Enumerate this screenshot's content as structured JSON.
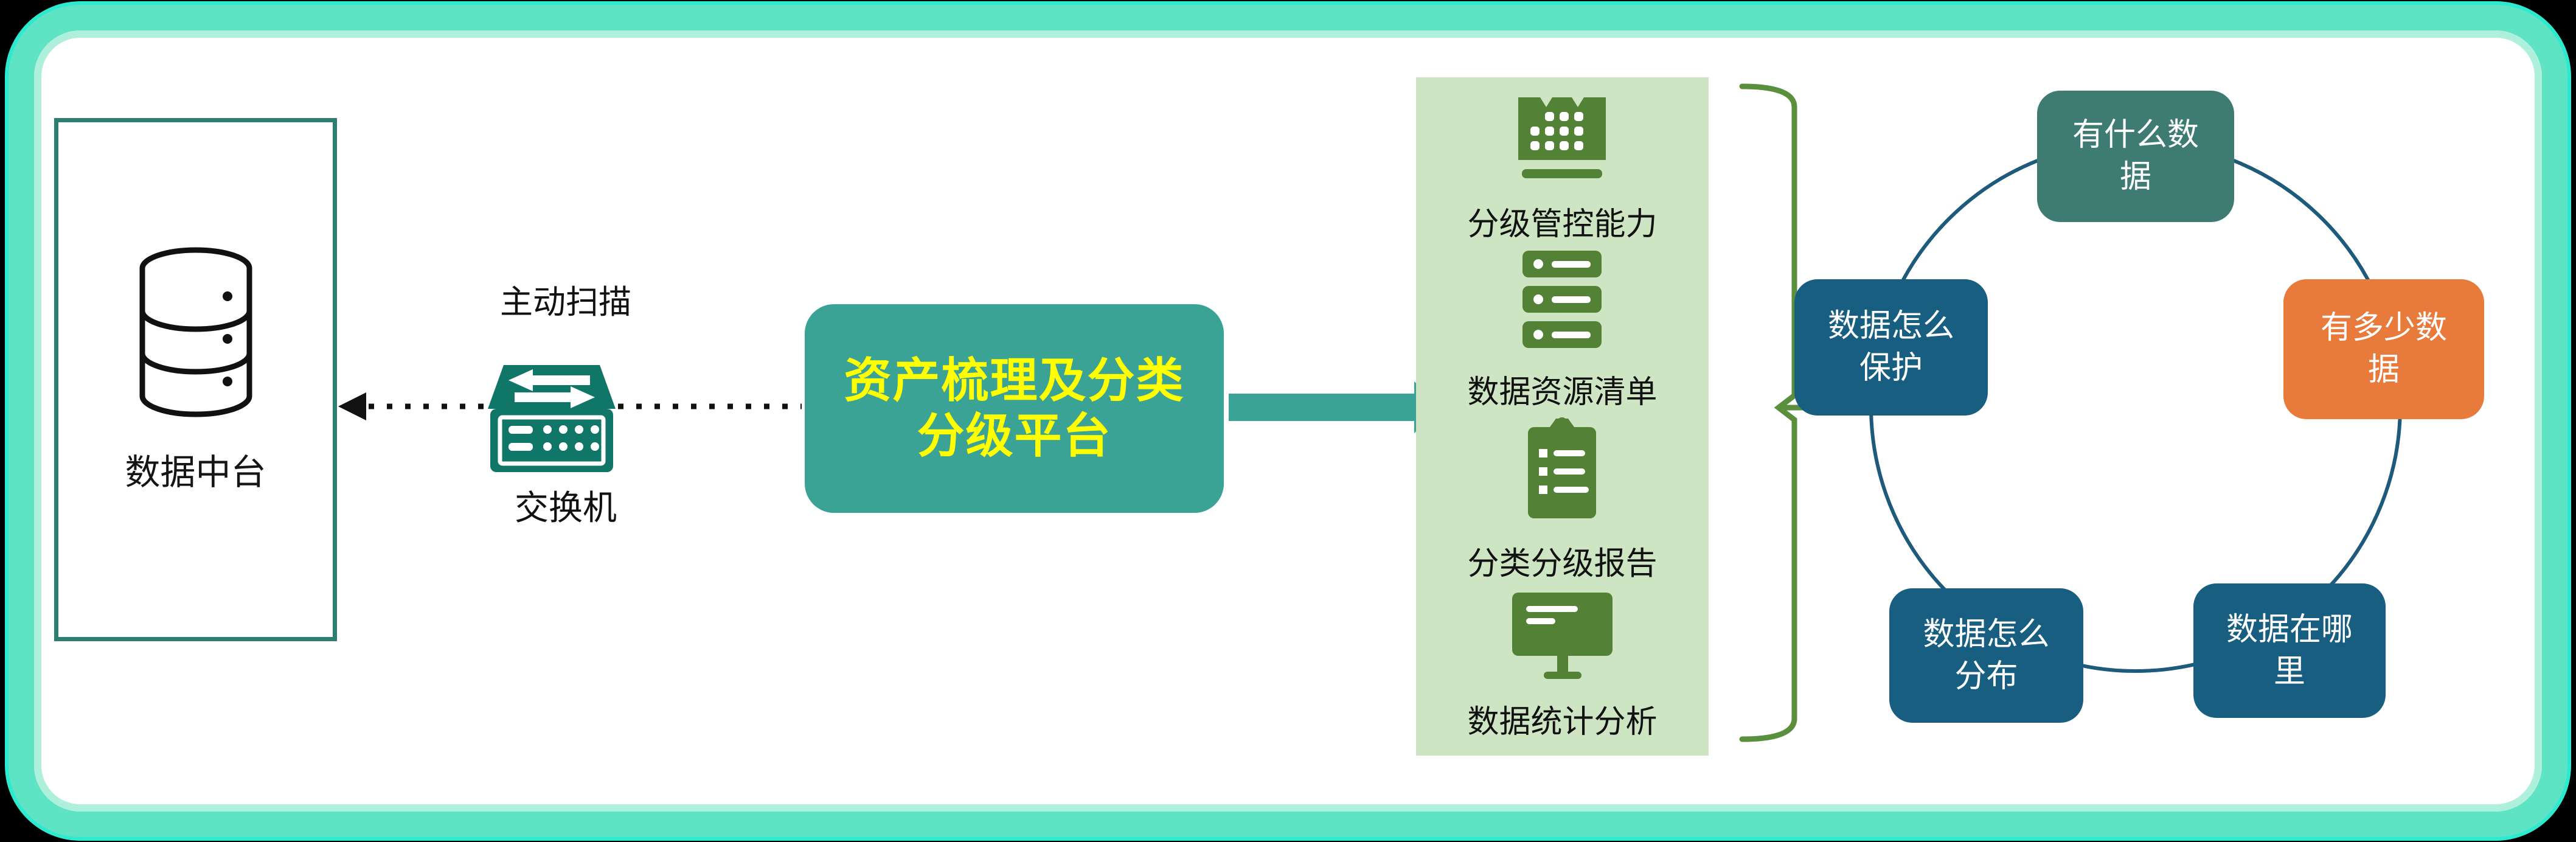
{
  "colors": {
    "frame_border": "#5ee4c4",
    "frame_inner_glow": "#aff0dc",
    "teal_accent": "#3ba396",
    "platform_text": "#ffff00",
    "panel_bg": "#cde5c3",
    "panel_icon_green": "#538135",
    "brace_green": "#5a8f3e",
    "circle_stroke": "#1d5a7c",
    "node_teal": "#3e7c73",
    "node_orange": "#e87a3c",
    "node_blue": "#175e81",
    "left_box_border": "#2f7e72",
    "switch_teal": "#0f7668",
    "connector_black": "#111111"
  },
  "left_box": {
    "icon": "database-icon",
    "label": "数据中台"
  },
  "scan": {
    "label": "主动扫描"
  },
  "switch": {
    "icon": "network-switch-icon",
    "label": "交换机"
  },
  "platform": {
    "line1": "资产梳理及分类",
    "line2": "分级平台"
  },
  "panel": {
    "items": [
      {
        "icon": "keypad-icon",
        "label": "分级管控能力"
      },
      {
        "icon": "server-stack-icon",
        "label": "数据资源清单"
      },
      {
        "icon": "clipboard-report-icon",
        "label": "分类分级报告"
      },
      {
        "icon": "monitor-stats-icon",
        "label": "数据统计分析"
      }
    ]
  },
  "cycle": {
    "nodes": [
      {
        "id": "top",
        "line1": "有什么数",
        "line2": "据",
        "color": "#3e7c73"
      },
      {
        "id": "right",
        "line1": "有多少数",
        "line2": "据",
        "color": "#e87a3c"
      },
      {
        "id": "bottom-right",
        "line1": "数据在哪",
        "line2": "里",
        "color": "#175e81"
      },
      {
        "id": "bottom-left",
        "line1": "数据怎么",
        "line2": "分布",
        "color": "#175e81"
      },
      {
        "id": "left",
        "line1": "数据怎么",
        "line2": "保护",
        "color": "#175e81"
      }
    ]
  }
}
